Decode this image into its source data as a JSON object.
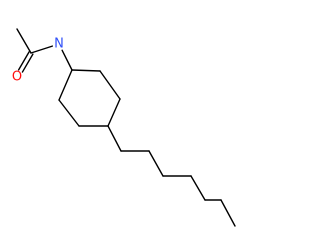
{
  "molecule": {
    "atoms": [
      {
        "id": "c_methyl",
        "element": "C",
        "label": ""
      },
      {
        "id": "c_carbonyl",
        "element": "C",
        "label": ""
      },
      {
        "id": "o_carbonyl",
        "element": "O",
        "label": "O"
      },
      {
        "id": "n_amide",
        "element": "N",
        "label": "N"
      },
      {
        "id": "c_ring1",
        "element": "C",
        "label": ""
      },
      {
        "id": "c_ring2",
        "element": "C",
        "label": ""
      },
      {
        "id": "c_ring3",
        "element": "C",
        "label": ""
      },
      {
        "id": "c_ring4",
        "element": "C",
        "label": ""
      },
      {
        "id": "c_ring5",
        "element": "C",
        "label": ""
      },
      {
        "id": "c_ring6",
        "element": "C",
        "label": ""
      },
      {
        "id": "c_chain1",
        "element": "C",
        "label": ""
      },
      {
        "id": "c_chain2",
        "element": "C",
        "label": ""
      },
      {
        "id": "c_chain3",
        "element": "C",
        "label": ""
      },
      {
        "id": "c_chain4",
        "element": "C",
        "label": ""
      },
      {
        "id": "c_chain5",
        "element": "C",
        "label": ""
      },
      {
        "id": "c_chain6",
        "element": "C",
        "label": ""
      },
      {
        "id": "c_chain7",
        "element": "C",
        "label": ""
      }
    ],
    "bonds": [
      {
        "from": "c_methyl",
        "to": "c_carbonyl",
        "order": 1
      },
      {
        "from": "c_carbonyl",
        "to": "o_carbonyl",
        "order": 2
      },
      {
        "from": "c_carbonyl",
        "to": "n_amide",
        "order": 1
      },
      {
        "from": "n_amide",
        "to": "c_ring1",
        "order": 1
      },
      {
        "from": "c_ring1",
        "to": "c_ring2",
        "order": 1
      },
      {
        "from": "c_ring2",
        "to": "c_ring3",
        "order": 1
      },
      {
        "from": "c_ring3",
        "to": "c_ring4",
        "order": 1
      },
      {
        "from": "c_ring4",
        "to": "c_ring5",
        "order": 1
      },
      {
        "from": "c_ring5",
        "to": "c_ring6",
        "order": 1
      },
      {
        "from": "c_ring6",
        "to": "c_ring1",
        "order": 1
      },
      {
        "from": "c_ring4",
        "to": "c_chain1",
        "order": 1
      },
      {
        "from": "c_chain1",
        "to": "c_chain2",
        "order": 1
      },
      {
        "from": "c_chain2",
        "to": "c_chain3",
        "order": 1
      },
      {
        "from": "c_chain3",
        "to": "c_chain4",
        "order": 1
      },
      {
        "from": "c_chain4",
        "to": "c_chain5",
        "order": 1
      },
      {
        "from": "c_chain5",
        "to": "c_chain6",
        "order": 1
      },
      {
        "from": "c_chain6",
        "to": "c_chain7",
        "order": 1
      }
    ],
    "colors": {
      "bond": "#000000",
      "N": "#3050F8",
      "O": "#FF0D0D"
    }
  }
}
